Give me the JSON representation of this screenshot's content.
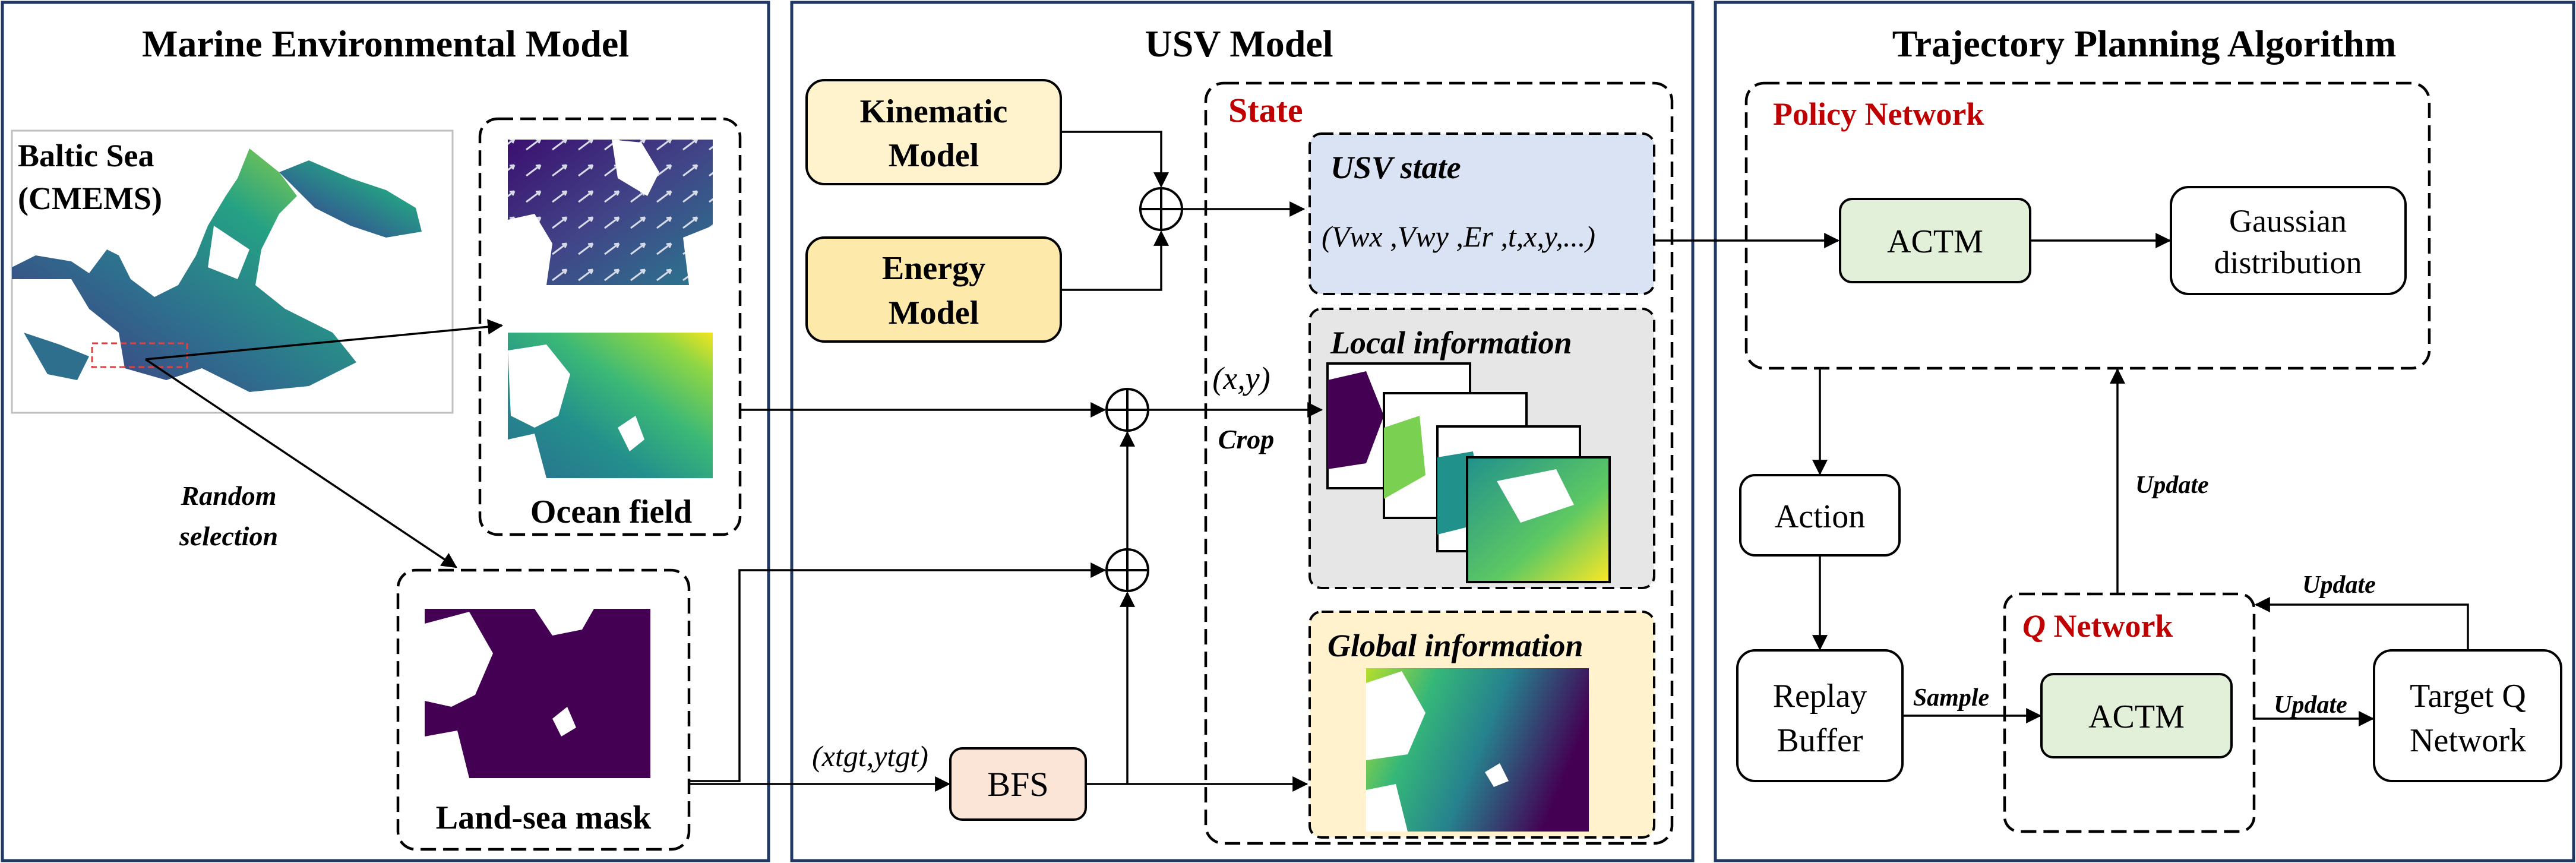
{
  "panels": {
    "marine": {
      "title": "Marine Environmental Model",
      "source_label_line1": "Baltic Sea",
      "source_label_line2": "(CMEMS)",
      "random_line1": "Random",
      "random_line2": "selection",
      "ocean_field_label": "Ocean field",
      "mask_label": "Land-sea mask"
    },
    "usv": {
      "title": "USV Model",
      "kinematic_line1": "Kinematic",
      "kinematic_line2": "Model",
      "energy_line1": "Energy",
      "energy_line2": "Model",
      "state_title": "State",
      "usv_state_title": "USV state",
      "usv_state_formula": "(Vwx ,Vwy ,Er ,t,x,y,...)",
      "local_info_title": "Local information",
      "global_info_title": "Global information",
      "xy_label": "(x,y)",
      "crop_label": "Crop",
      "target_label": "(xtgt,ytgt)",
      "bfs_label": "BFS"
    },
    "trajectory": {
      "title": "Trajectory Planning Algorithm",
      "policy_title": "Policy Network",
      "actm_label": "ACTM",
      "gaussian_line1": "Gaussian",
      "gaussian_line2": "distribution",
      "action_label": "Action",
      "replay_line1": "Replay",
      "replay_line2": "Buffer",
      "sample_label": "Sample",
      "q_network_title_q": "Q",
      "q_network_title_rest": " Network",
      "q_actm_label": "ACTM",
      "target_line1": "Target Q",
      "target_line2": "Network",
      "update_label_1": "Update",
      "update_label_2": "Update",
      "update_label_3": "Update"
    }
  },
  "colors": {
    "panel_border": "#1f3864",
    "model_box_fill": "#fde9a9",
    "model_box_fill_light": "#fef3cc",
    "usv_state_fill": "#dae3f3",
    "local_info_fill": "#e6e6e6",
    "global_info_fill": "#fff2cc",
    "bfs_fill": "#fbe5d6",
    "actm_fill": "#e2f0d9",
    "highlight_red": "#c00000"
  },
  "icons": {
    "sum": "circled-plus-icon",
    "maps": "ocean-heatmap-icon"
  }
}
